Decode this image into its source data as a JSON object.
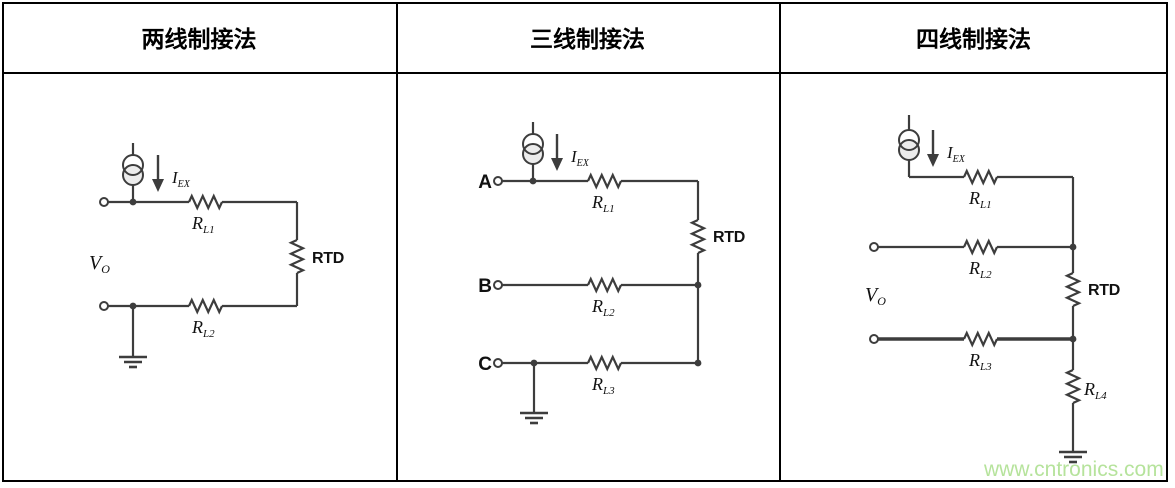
{
  "header": {
    "columns": [
      {
        "label": "两线制接法"
      },
      {
        "label": "三线制接法"
      },
      {
        "label": "四线制接法"
      }
    ]
  },
  "watermark": {
    "text": "www.cntronics.com"
  },
  "colors": {
    "wire": "#3d3d3d",
    "label": "#111111",
    "border": "#000000",
    "source_fill": "#ececec",
    "watermark": "#b6e39c"
  },
  "circuits": {
    "two_wire": {
      "labels": {
        "iex": {
          "main": "I",
          "sub": "EX"
        },
        "rl1": {
          "main": "R",
          "sub": "L1"
        },
        "rl2": {
          "main": "R",
          "sub": "L2"
        },
        "vo": {
          "main": "V",
          "sub": "O"
        },
        "rtd": "RTD"
      }
    },
    "three_wire": {
      "terminals": {
        "a": "A",
        "b": "B",
        "c": "C"
      },
      "labels": {
        "iex": {
          "main": "I",
          "sub": "EX"
        },
        "rl1": {
          "main": "R",
          "sub": "L1"
        },
        "rl2": {
          "main": "R",
          "sub": "L2"
        },
        "rl3": {
          "main": "R",
          "sub": "L3"
        },
        "rtd": "RTD"
      }
    },
    "four_wire": {
      "labels": {
        "iex": {
          "main": "I",
          "sub": "EX"
        },
        "rl1": {
          "main": "R",
          "sub": "L1"
        },
        "rl2": {
          "main": "R",
          "sub": "L2"
        },
        "rl3": {
          "main": "R",
          "sub": "L3"
        },
        "rl4": {
          "main": "R",
          "sub": "L4"
        },
        "vo": {
          "main": "V",
          "sub": "O"
        },
        "rtd": "RTD"
      }
    }
  }
}
